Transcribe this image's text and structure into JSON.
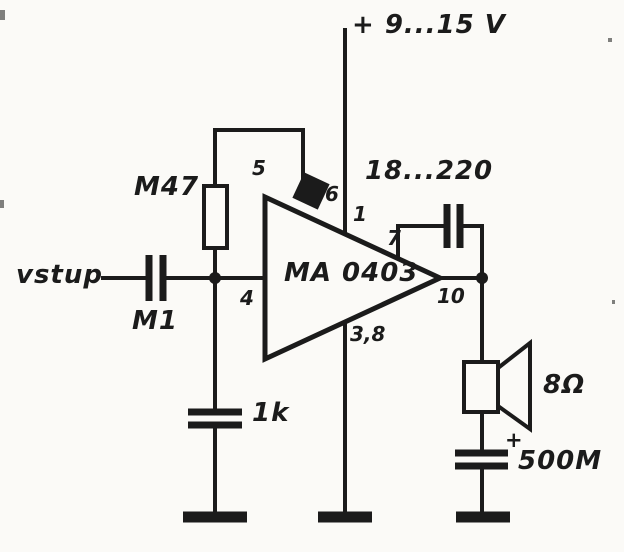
{
  "title": "MA 0403 audio amplifier schematic",
  "colors": {
    "ink": "#1b1b1b",
    "paper": "#fbfaf7"
  },
  "labels": {
    "supply": "+ 9...15 V",
    "input": "vstup",
    "input_cap": "M1",
    "feedback_resistor": "M47",
    "ic": "MA 0403",
    "boost_cap": "18...220",
    "bypass_cap": "1k",
    "speaker_impedance": "8Ω",
    "output_cap": "500M",
    "output_cap_polarity": "+",
    "pins": {
      "p5": "5",
      "p6": "6",
      "p1": "1",
      "p7": "7",
      "p4": "4",
      "p10": "10",
      "p38": "3,8"
    }
  }
}
